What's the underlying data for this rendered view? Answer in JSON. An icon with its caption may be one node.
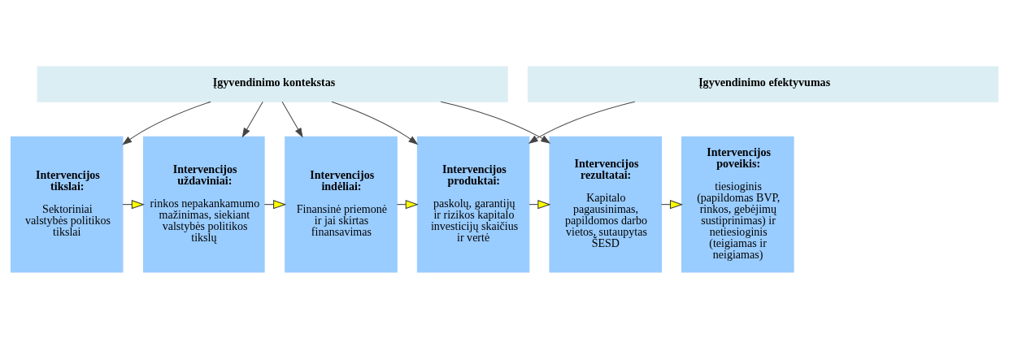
{
  "diagram": {
    "nodes": [
      {
        "text": [
          "Įgyvendinimo kontekstas"
        ]
      },
      {
        "text": [
          "Intervencijos tikslai:",
          "Sektoriniai valstybės politikos tikslai"
        ]
      },
      {
        "text": [
          "Intervencijos uždaviniai:",
          "rinkos nepakankamumo mažinimas, siekiant valstybės politikos tikslų"
        ]
      },
      {
        "text": [
          "Intervencijos indėliai:",
          "Finansinė priemonė ir jai skirtas finansavimas"
        ]
      },
      {
        "text": [
          "Intervencijos produktai:",
          "paskolų, garantijų ir rizikos kapitalo investicijų skaičius ir vertė"
        ]
      },
      {
        "text": [
          "Intervencijos rezultatai:",
          "Kapitalo pagausinimas, papildomos darbo vietos, sutaupytas ŠESD"
        ]
      },
      {
        "text": [
          "Intervencijos poveikis:",
          "tiesioginis (papildomas BVP, rinkos, gebėjimų sustiprinimas) ir netiesioginis (teigiamas ir neigiamas)"
        ]
      },
      {
        "text": [
          "Įgyvendinimo efektyvumas"
        ]
      }
    ],
    "edges": [
      {
        "from": 0,
        "to": 1,
        "arrow": "to"
      },
      {
        "from": 0,
        "to": 2,
        "arrow": "to"
      },
      {
        "from": 0,
        "to": 3,
        "arrow": "to"
      },
      {
        "from": 0,
        "to": 4,
        "arrow": "to"
      },
      {
        "from": 0,
        "to": 5,
        "arrow": "to"
      },
      {
        "from": 1,
        "to": 2,
        "arrow": "to"
      },
      {
        "from": 2,
        "to": 3,
        "arrow": "to"
      },
      {
        "from": 3,
        "to": 4,
        "arrow": "to"
      },
      {
        "from": 4,
        "to": 5,
        "arrow": "to"
      },
      {
        "from": 5,
        "to": 6,
        "arrow": "to"
      },
      {
        "from": 7,
        "to": 4,
        "arrow": "to"
      }
    ]
  }
}
